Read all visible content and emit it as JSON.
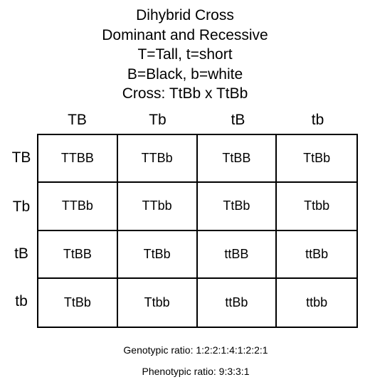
{
  "title_lines": [
    "Dihybrid Cross",
    "Dominant and Recessive",
    "T=Tall, t=short",
    "B=Black, b=white",
    "Cross:  TtBb x TtBb"
  ],
  "column_headers": [
    "TB",
    "Tb",
    "tB",
    "tb"
  ],
  "row_headers": [
    "TB",
    "Tb",
    "tB",
    "tb"
  ],
  "grid": [
    [
      "TTBB",
      "TTBb",
      "TtBB",
      "TtBb"
    ],
    [
      "TTBb",
      "TTbb",
      "TtBb",
      "Ttbb"
    ],
    [
      "TtBB",
      "TtBb",
      "ttBB",
      "ttBb"
    ],
    [
      "TtBb",
      "Ttbb",
      "ttBb",
      "ttbb"
    ]
  ],
  "genotypic_ratio": "Genotypic ratio: 1:2:2:1:4:1:2:2:1",
  "phenotypic_ratio": "Phenotypic ratio: 9:3:3:1"
}
